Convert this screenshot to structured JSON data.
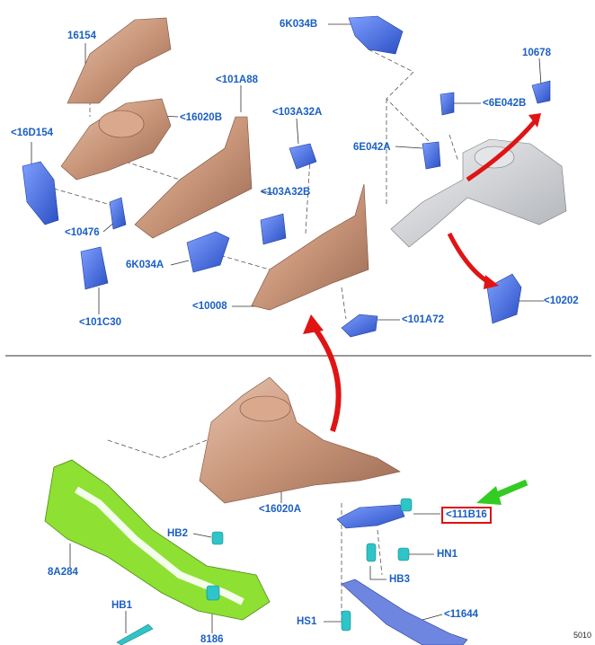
{
  "diagram": {
    "labels": {
      "p16154": "16154",
      "p6K034B": "6K034B",
      "p10678": "10678",
      "p101A88": "<101A88",
      "p16020B": "<16020B",
      "p16D154": "<16D154",
      "p103A32A": "<103A32A",
      "p6E042B": "<6E042B",
      "p6E042A": "6E042A",
      "p103A32B": "<103A32B",
      "p10476": "<10476",
      "p6K034A": "6K034A",
      "p10008": "<10008",
      "p101C30": "<101C30",
      "p101A72": "<101A72",
      "p10202": "<10202",
      "p16020A": "<16020A",
      "p111B16": "<111B16",
      "pHB2": "HB2",
      "pHN1": "HN1",
      "p8A284": "8A284",
      "pHB3": "HB3",
      "pHB1": "HB1",
      "pHS1": "HS1",
      "p11644": "<11644",
      "p8186": "8186"
    },
    "code": "5010",
    "colors": {
      "label": "#1a5fc4",
      "copper_part": "#c9967a",
      "blue_part": "#3a63d6",
      "green_part": "#8ee033",
      "gray_part": "#cfd1d4",
      "teal_fastener": "#2ec4c8",
      "red_arrow": "#e01414",
      "green_arrow": "#33cc22",
      "highlight_box": "#e01010"
    }
  }
}
